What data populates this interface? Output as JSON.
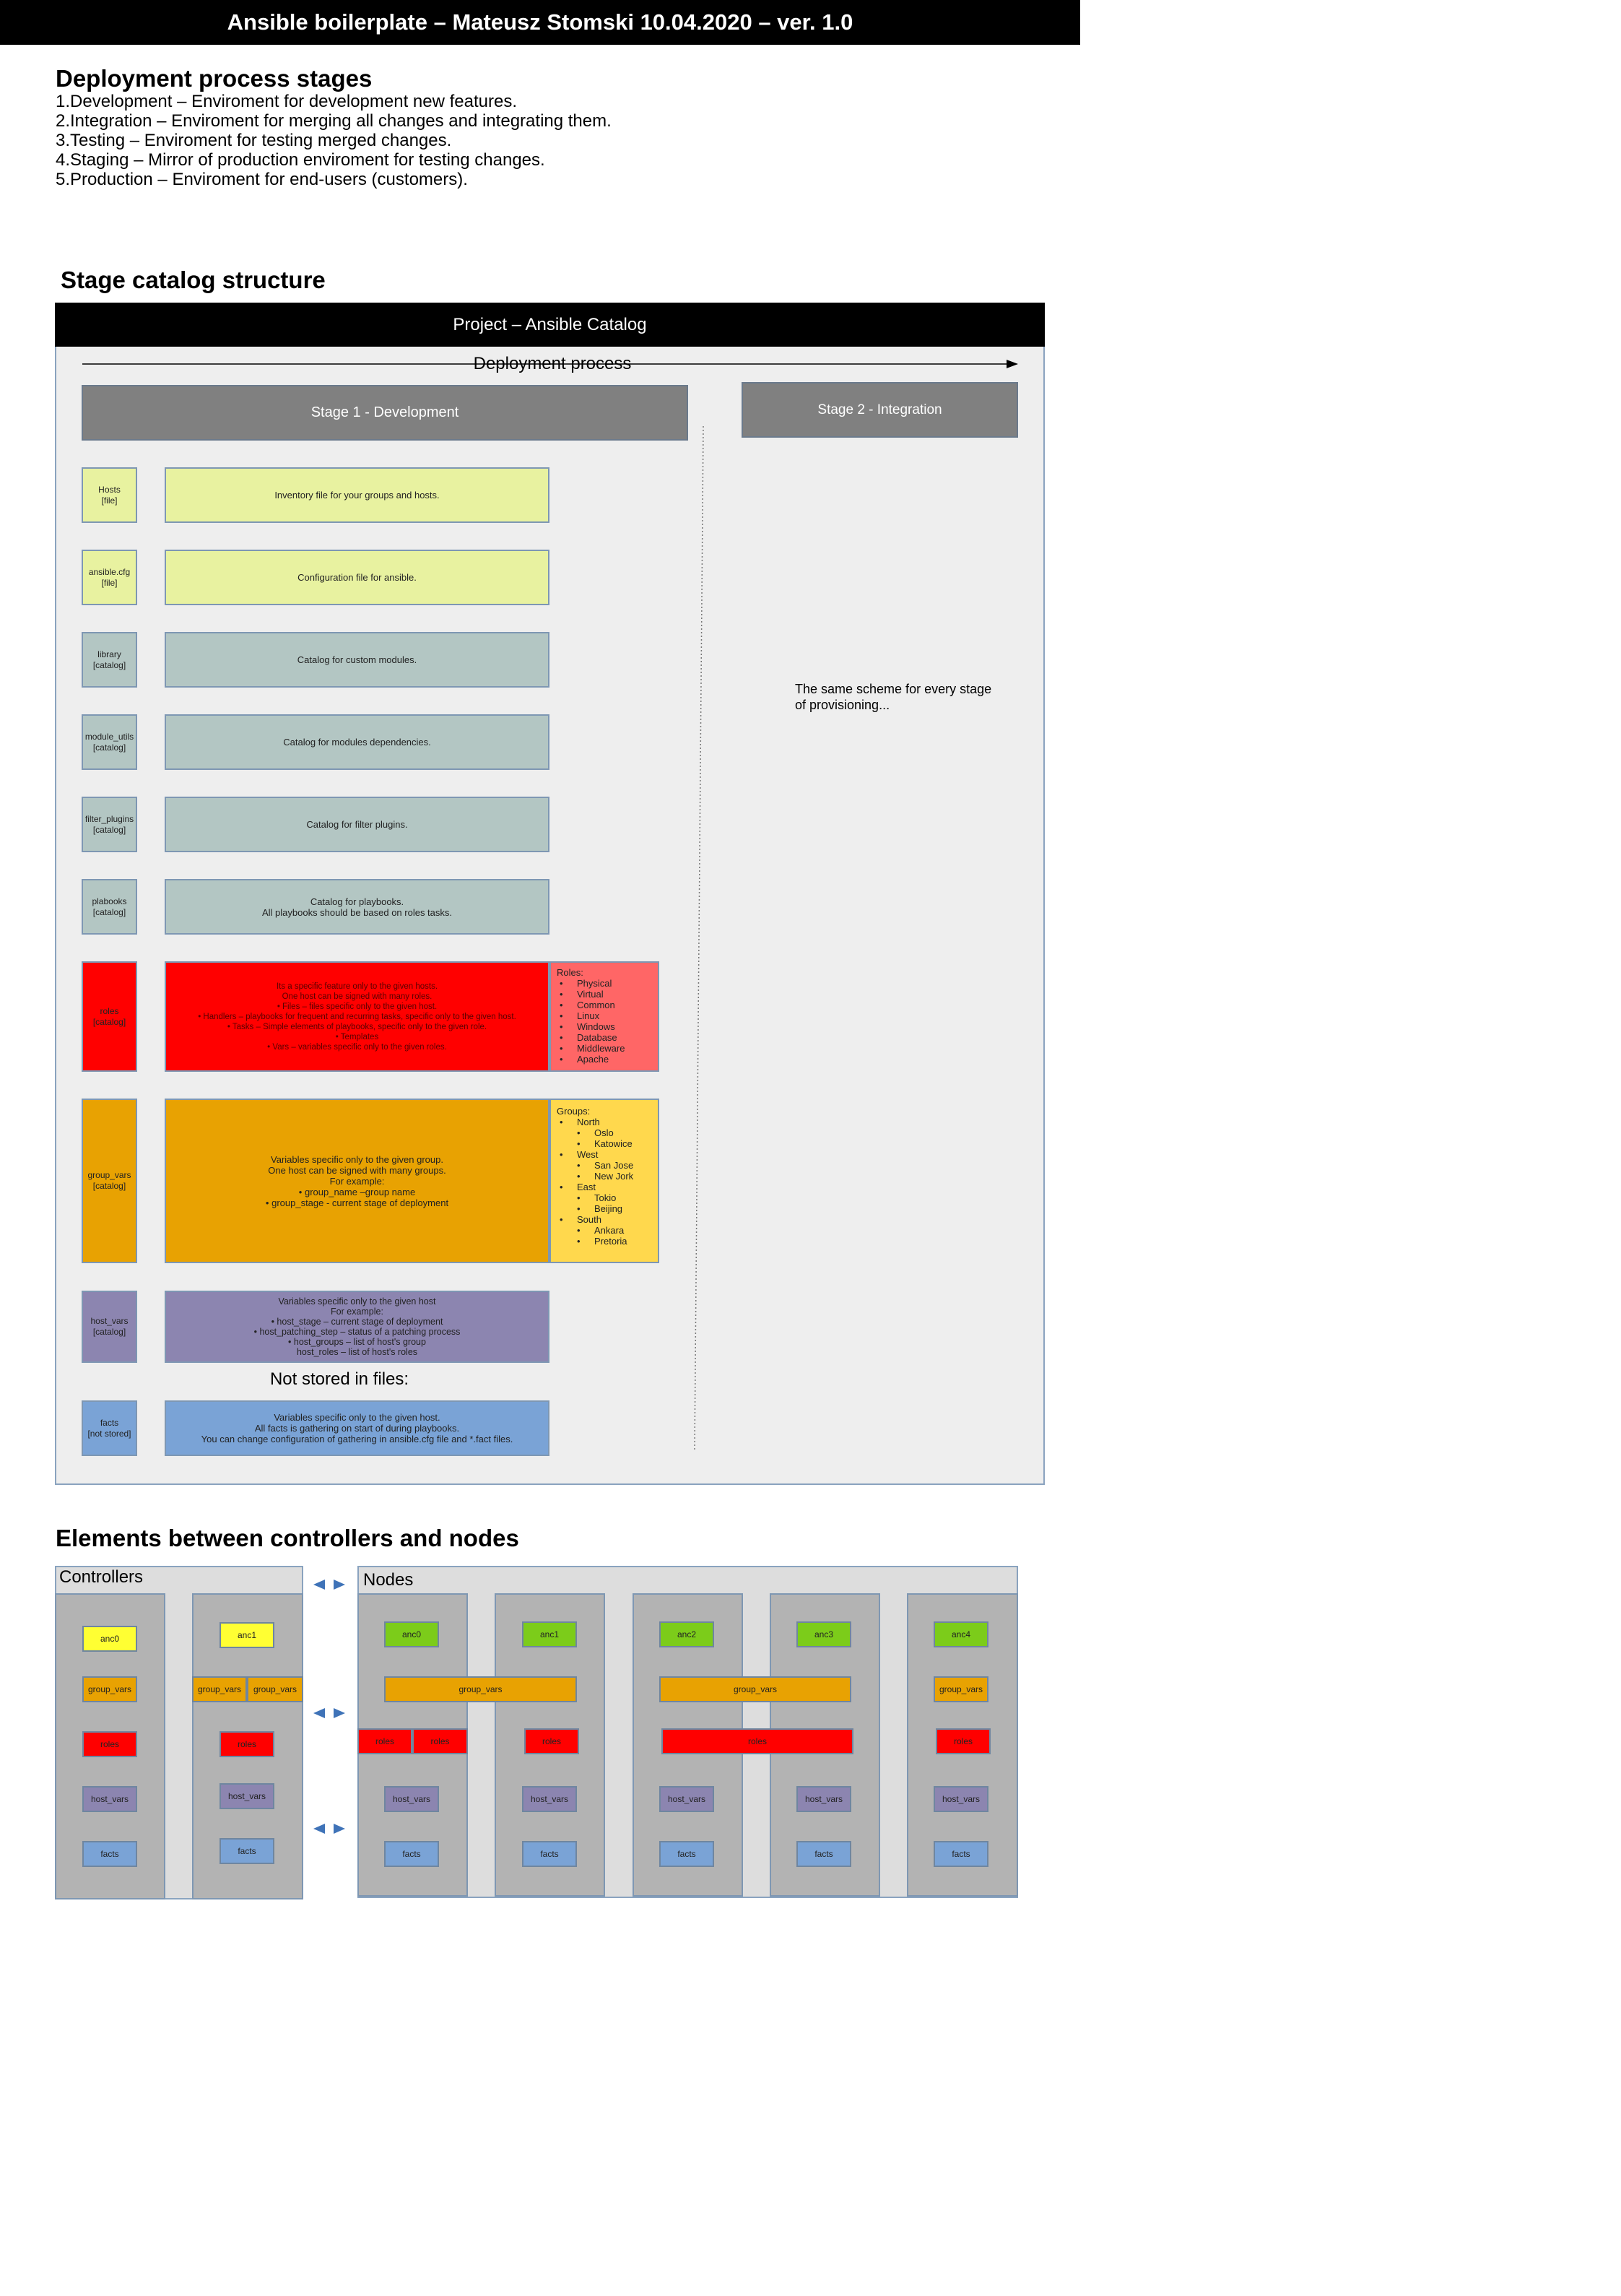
{
  "header": {
    "title": "Ansible boilerplate – Mateusz Stomski 10.04.2020 – ver. 1.0"
  },
  "deployment_stages": {
    "heading": "Deployment process stages",
    "items": [
      "1.Development – Enviroment for development new features.",
      "2.Integration – Enviroment for merging all changes and integrating them.",
      "3.Testing – Enviroment for testing merged changes.",
      "4.Staging – Mirror of production enviroment for testing changes.",
      "5.Production – Enviroment for end-users (customers)."
    ]
  },
  "catalog": {
    "heading": "Stage catalog structure",
    "project_title": "Project – Ansible Catalog",
    "process_label": "Deployment process",
    "stage1_title": "Stage 1 - Development",
    "stage2_title": "Stage 2 - Integration",
    "stage2_note": "The same scheme for every stage of provisioning...",
    "not_stored_label": "Not stored in files:",
    "rows": [
      {
        "name": "Hosts\n[file]",
        "desc": "Inventory file for your groups and hosts."
      },
      {
        "name": "ansible.cfg\n[file]",
        "desc": "Configuration file for ansible."
      },
      {
        "name": "library\n[catalog]",
        "desc": "Catalog for custom modules."
      },
      {
        "name": "module_utils\n[catalog]",
        "desc": "Catalog for modules dependencies."
      },
      {
        "name": "filter_plugins\n[catalog]",
        "desc": "Catalog for filter plugins."
      },
      {
        "name": "plabooks\n[catalog]",
        "desc": "Catalog for playbooks.\nAll playbooks should be based on roles tasks."
      },
      {
        "name": "roles\n[catalog]",
        "desc": "Its a specific feature only to the given hosts.\nOne host can be signed with many roles.\n•   Files – files specific only to the given host.\n•   Handlers – playbooks for frequent and recurring tasks, specific only to the given host.\n•   Tasks – Simple elements of playbooks, specific only to the given role.\n•   Templates\n•   Vars – variables specific only to the given roles."
      },
      {
        "name": "group_vars\n[catalog]",
        "desc": "Variables specific only to the given group.\nOne host can be signed with many groups.\nFor example:\n•   group_name –group name\n•   group_stage -  current stage of deployment"
      },
      {
        "name": "host_vars\n[catalog]",
        "desc": "Variables specific only to the given host\nFor example:\n•   host_stage – current stage of deployment\n•   host_patching_step – status of a patching process\n•   host_groups – list of host's group\nhost_roles – list of host's roles"
      },
      {
        "name": "facts\n[not stored]",
        "desc": "Variables specific only to the given host.\nAll facts is gathering on start of during playbooks.\nYou can change configuration of gathering in ansible.cfg file and *.fact files."
      }
    ],
    "roles_list": {
      "title": "Roles:",
      "items": [
        "Physical",
        "Virtual",
        "Common",
        "Linux",
        "Windows",
        "Database",
        "Middleware",
        "Apache"
      ]
    },
    "groups_list": {
      "title": "Groups:",
      "items": [
        {
          "text": "North",
          "sub": false
        },
        {
          "text": "Oslo",
          "sub": true
        },
        {
          "text": "Katowice",
          "sub": true
        },
        {
          "text": "West",
          "sub": false
        },
        {
          "text": "San Jose",
          "sub": true
        },
        {
          "text": "New Jork",
          "sub": true
        },
        {
          "text": "East",
          "sub": false
        },
        {
          "text": "Tokio",
          "sub": true
        },
        {
          "text": "Beijing",
          "sub": true
        },
        {
          "text": "South",
          "sub": false
        },
        {
          "text": "Ankara",
          "sub": true
        },
        {
          "text": "Pretoria",
          "sub": true
        }
      ]
    }
  },
  "elements": {
    "heading": "Elements between controllers and nodes",
    "controllers_label": "Controllers",
    "nodes_label": "Nodes",
    "controllers": [
      "anc0",
      "anc1"
    ],
    "nodes": [
      "anc0",
      "anc1",
      "anc2",
      "anc3",
      "anc4"
    ],
    "labels": {
      "group_vars": "group_vars",
      "roles": "roles",
      "host_vars": "host_vars",
      "facts": "facts"
    },
    "colors": {
      "controller_host": "#ffff33",
      "node_host": "#7ccc1a",
      "group_vars": "#e8a202",
      "roles": "#ff0000",
      "host_vars": "#8c85b0",
      "facts": "#7aa3d6"
    }
  }
}
